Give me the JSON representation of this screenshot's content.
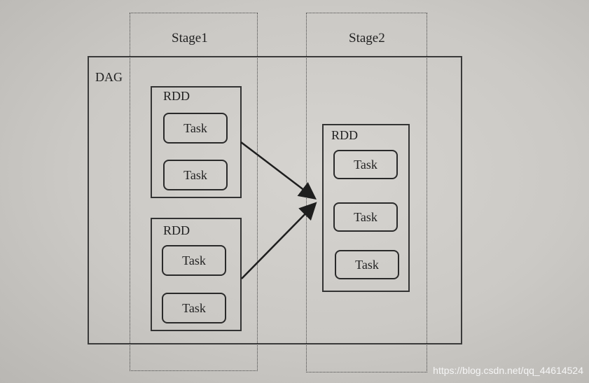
{
  "stages": [
    {
      "label": "Stage1"
    },
    {
      "label": "Stage2"
    }
  ],
  "dag": {
    "label": "DAG"
  },
  "rdds": [
    {
      "label": "RDD",
      "tasks": [
        "Task",
        "Task"
      ]
    },
    {
      "label": "RDD",
      "tasks": [
        "Task",
        "Task"
      ]
    },
    {
      "label": "RDD",
      "tasks": [
        "Task",
        "Task",
        "Task"
      ]
    }
  ],
  "watermark": "https://blog.csdn.net/qq_44614524",
  "colors": {
    "line": "#2a2a2a",
    "paper": "#cfcdc9"
  }
}
